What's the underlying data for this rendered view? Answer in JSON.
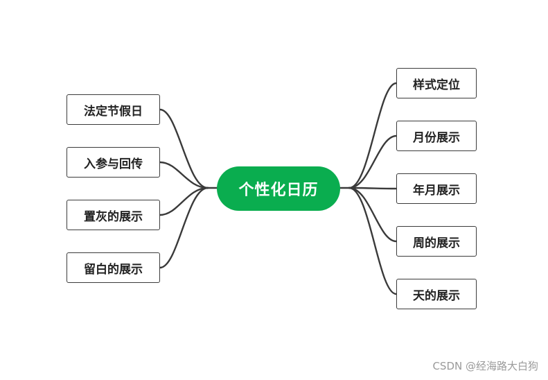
{
  "diagram": {
    "central_topic": "个性化日历",
    "left_branches": [
      {
        "label": "法定节假日"
      },
      {
        "label": "入参与回传"
      },
      {
        "label": "置灰的展示"
      },
      {
        "label": "留白的展示"
      }
    ],
    "right_branches": [
      {
        "label": "样式定位"
      },
      {
        "label": "月份展示"
      },
      {
        "label": "年月展示"
      },
      {
        "label": "周的展示"
      },
      {
        "label": "天的展示"
      }
    ]
  },
  "watermark": "CSDN @经海路大白狗",
  "colors": {
    "central_fill": "#0aad4f",
    "connector": "#3a3a3a",
    "node_border": "#3a3a3a"
  }
}
